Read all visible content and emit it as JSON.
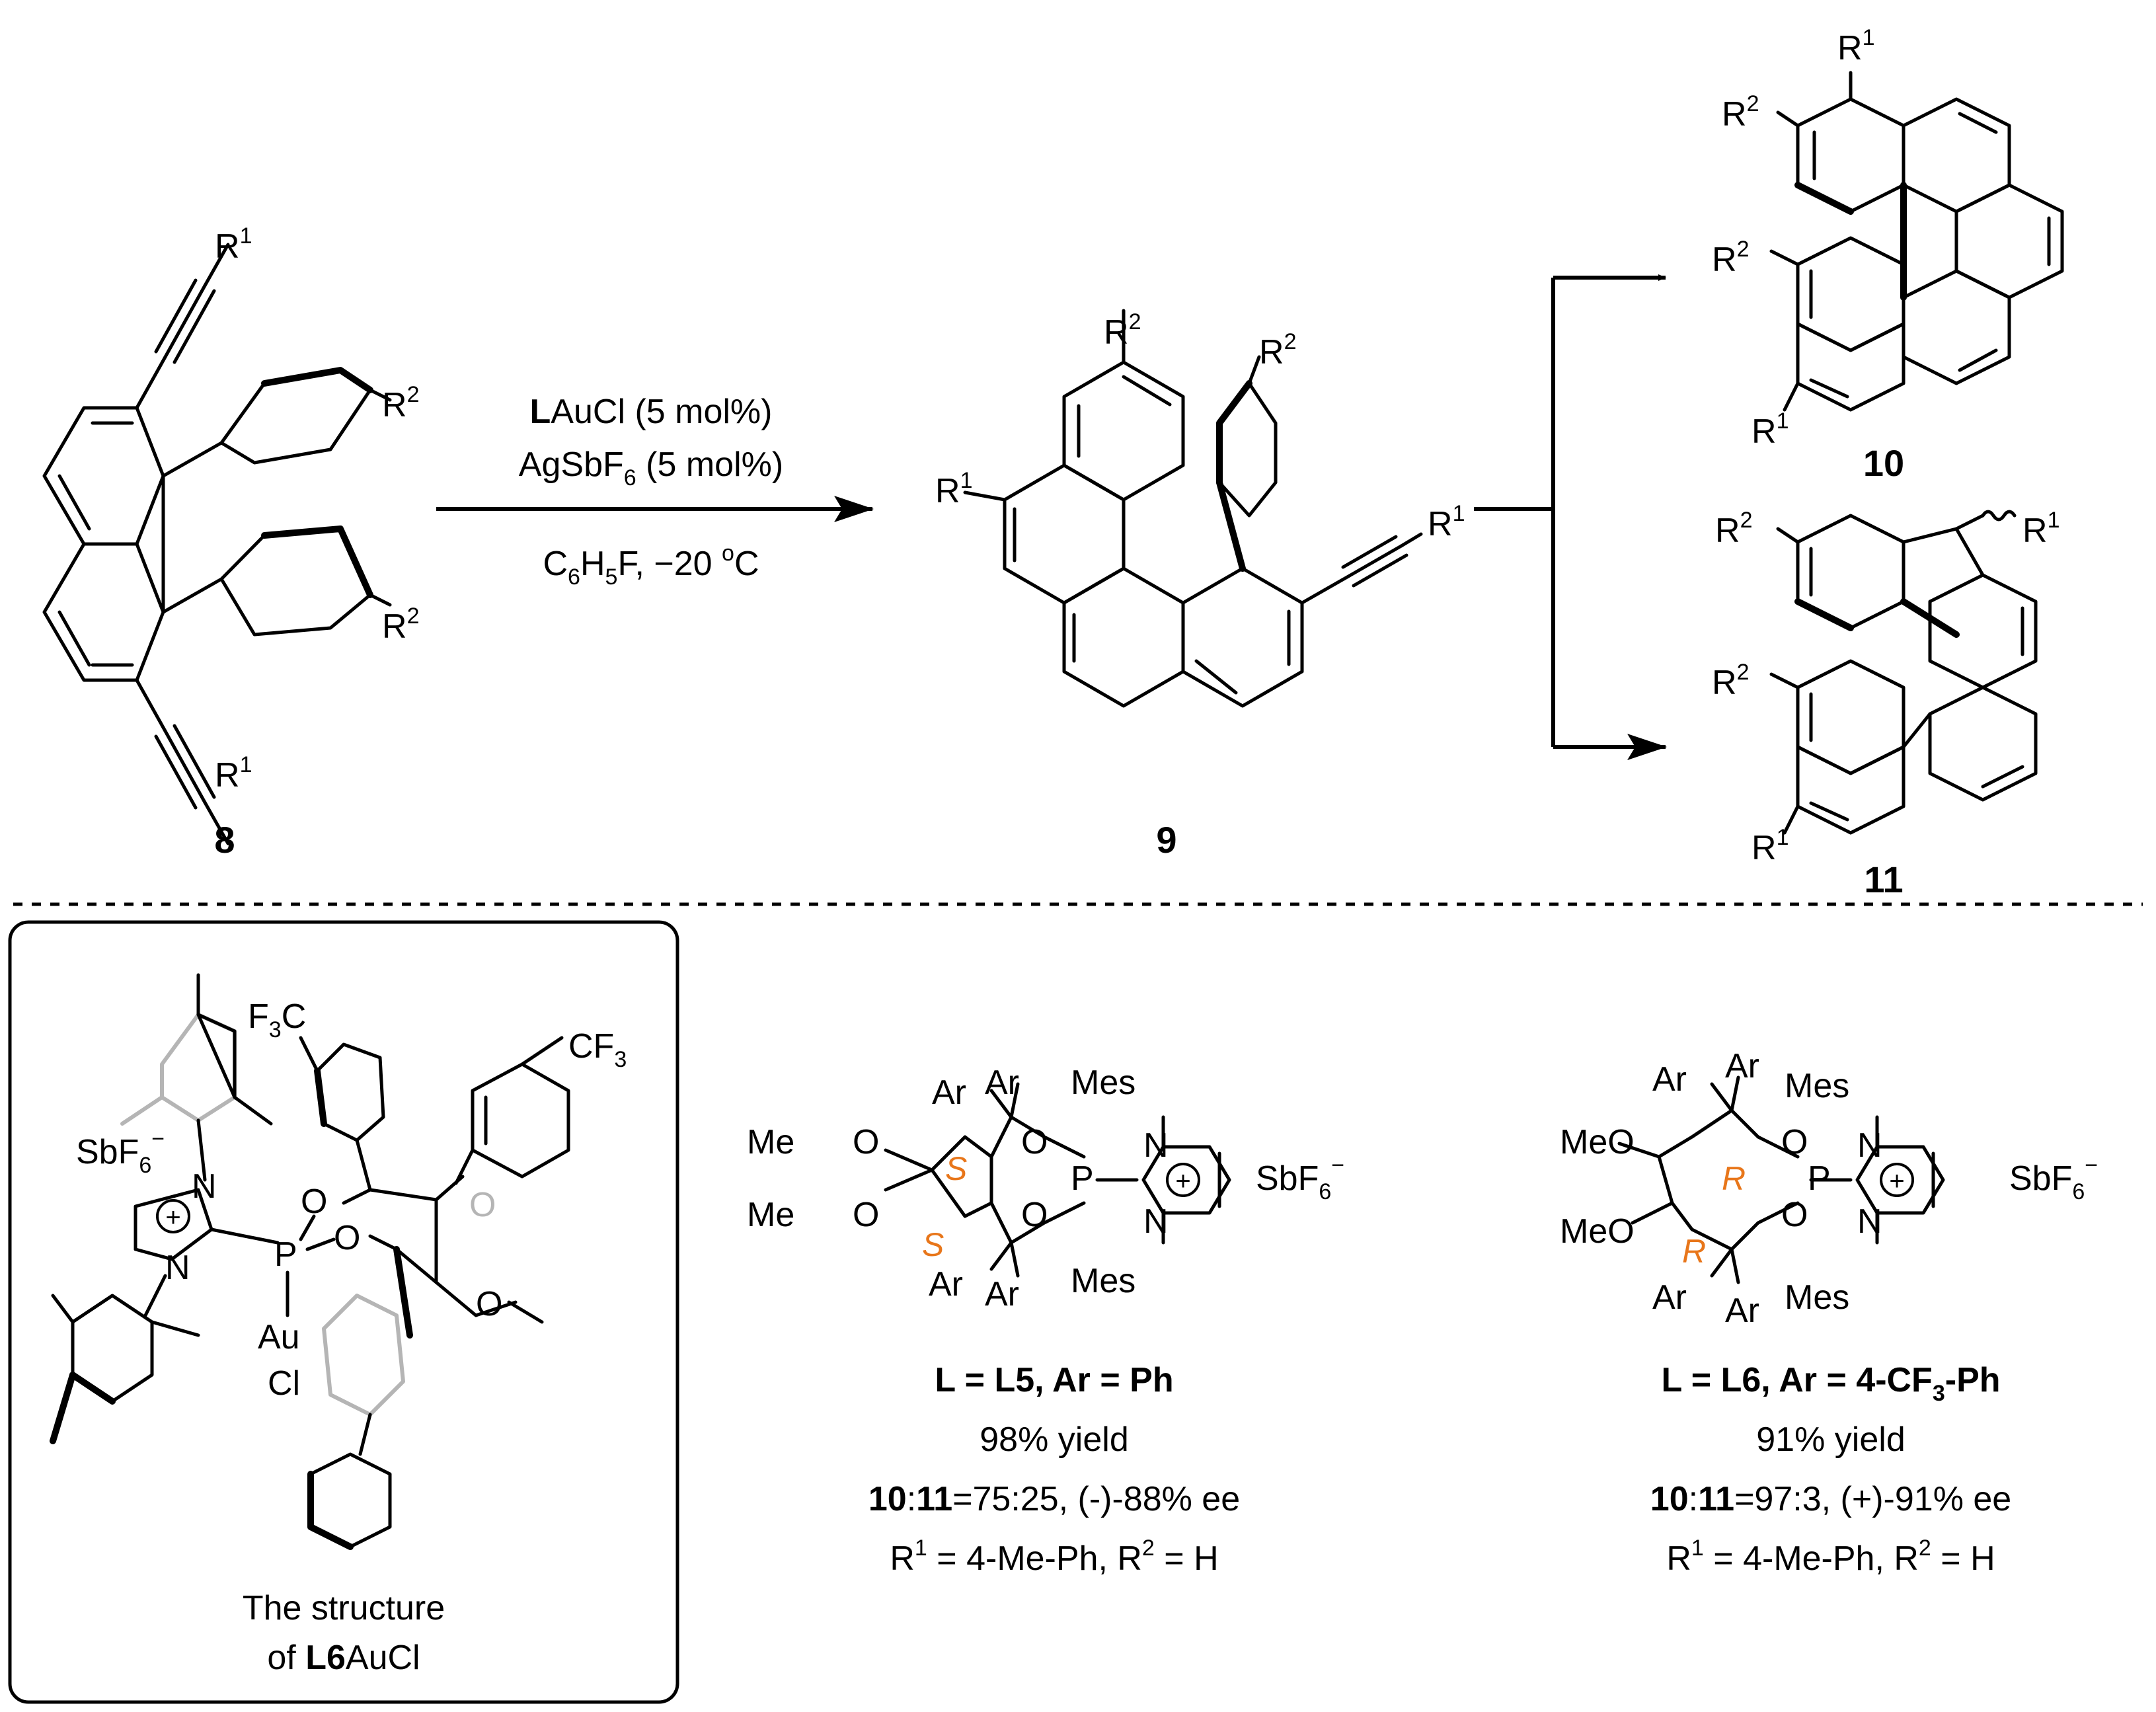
{
  "compounds": {
    "c8": {
      "number": "8"
    },
    "c9": {
      "number": "9"
    },
    "c10": {
      "number": "10"
    },
    "c11": {
      "number": "11"
    }
  },
  "substituents": {
    "r1": "R",
    "r1_sup": "1",
    "r2": "R",
    "r2_sup": "2"
  },
  "reaction": {
    "cond1_bold": "L",
    "cond1_rest": "AuCl (5 mol%)",
    "cond2_a": "AgSbF",
    "cond2_sub": "6",
    "cond2_b": " (5 mol%)",
    "cond3_a": "C",
    "cond3_sub1": "6",
    "cond3_b": "H",
    "cond3_sub2": "5",
    "cond3_c": "F, −20 ",
    "cond3_sup": "o",
    "cond3_d": "C"
  },
  "box": {
    "caption_line1": "The structure",
    "caption_of": "of ",
    "caption_bold": "L6",
    "caption_rest": "AuCl",
    "f3c": "F",
    "cf3": "CF",
    "sub3": "3",
    "sbf6": "SbF",
    "sub6": "6",
    "minus": "−",
    "plus": "+",
    "atom_n": "N",
    "atom_p": "P",
    "atom_o": "O",
    "atom_au": "Au",
    "atom_cl": "Cl",
    "atom_c": "C"
  },
  "ligands": {
    "ar": "Ar",
    "mes": "Mes",
    "me": "Me",
    "meo": "MeO",
    "s": "S",
    "r": "R"
  },
  "results": [
    {
      "title_a": "L = L5, Ar = Ph",
      "yield": "98% yield",
      "ratio_bold1": "10",
      "ratio_colon": ":",
      "ratio_bold2": "11",
      "ratio_rest": "=75:25, (-)-88% ee",
      "sub_line": "= 4-Me-Ph, R",
      "sub_end": " = H"
    },
    {
      "title_a": "L = L6, Ar = 4-CF",
      "title_sub": "3",
      "title_b": "-Ph",
      "yield": "91% yield",
      "ratio_bold1": "10",
      "ratio_colon": ":",
      "ratio_bold2": "11",
      "ratio_rest": "=97:3, (+)-91% ee",
      "sub_line": "= 4-Me-Ph, R",
      "sub_end": " = H"
    }
  ]
}
